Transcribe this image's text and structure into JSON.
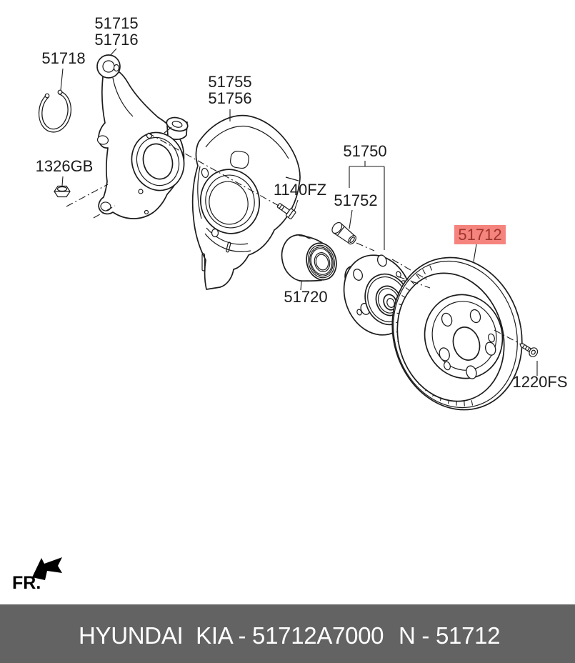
{
  "diagram": {
    "callouts": {
      "knuckle_upper": "51715",
      "knuckle_lower": "51716",
      "snap_ring": "51718",
      "lock_nut": "1326GB",
      "shield_upper": "51755",
      "shield_lower": "51756",
      "hub_bolt": "1140FZ",
      "hub_assembly": "51750",
      "wheel_stud": "51752",
      "wheel_bearing": "51720",
      "brake_disc": "51712",
      "disc_screw": "1220FS"
    },
    "highlighted_part": "51712",
    "direction_label": "FR.",
    "colors": {
      "line": "#1c1c1c",
      "highlight_bg": "#f5837e",
      "highlight_text": "#9c352b"
    }
  },
  "footer": {
    "text_left": "HYUNDAI  KIA - 51712A7000",
    "text_right": "N - 51712",
    "bg": "#636363",
    "fg": "#ffffff"
  }
}
